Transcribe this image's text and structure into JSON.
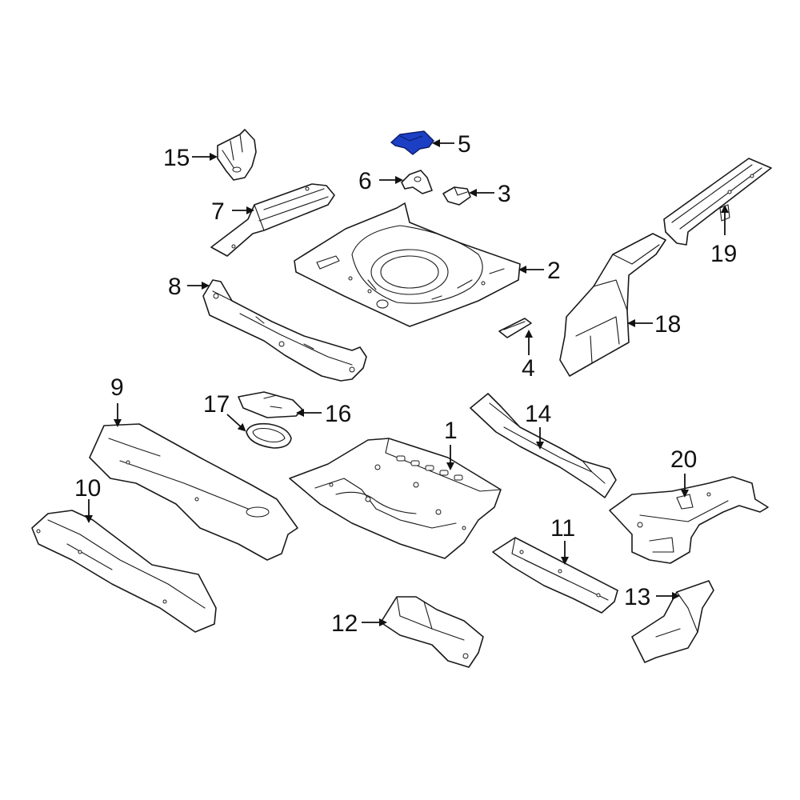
{
  "colors": {
    "highlight": "#1c3fc4",
    "line": "#1a1a1a",
    "background": "#ffffff"
  },
  "callouts": {
    "c1": "1",
    "c2": "2",
    "c3": "3",
    "c4": "4",
    "c5": "5",
    "c6": "6",
    "c7": "7",
    "c8": "8",
    "c9": "9",
    "c10": "10",
    "c11": "11",
    "c12": "12",
    "c13": "13",
    "c14": "14",
    "c15": "15",
    "c16": "16",
    "c17": "17",
    "c18": "18",
    "c19": "19",
    "c20": "20"
  },
  "highlighted_part": "5"
}
